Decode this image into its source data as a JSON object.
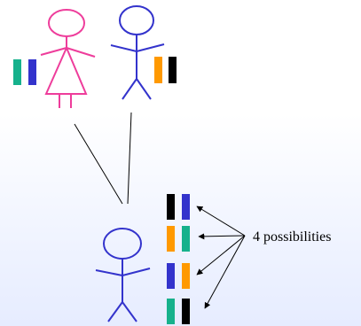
{
  "annotation": {
    "text": "4 possibilities"
  },
  "colors": {
    "female": "#ee3d9b",
    "male": "#3333cc",
    "allele_teal": "#16b18c",
    "allele_blue": "#3333cc",
    "allele_orange": "#ff9900",
    "allele_black": "#000000"
  },
  "parents": {
    "mother": {
      "figure": "female-stick-figure",
      "pair": [
        "teal",
        "blue"
      ]
    },
    "father": {
      "figure": "male-stick-figure",
      "pair": [
        "orange",
        "black"
      ]
    }
  },
  "child": {
    "figure": "male-stick-figure",
    "possibilities": [
      [
        "black",
        "blue"
      ],
      [
        "orange",
        "teal"
      ],
      [
        "blue",
        "orange"
      ],
      [
        "teal",
        "black"
      ]
    ]
  }
}
